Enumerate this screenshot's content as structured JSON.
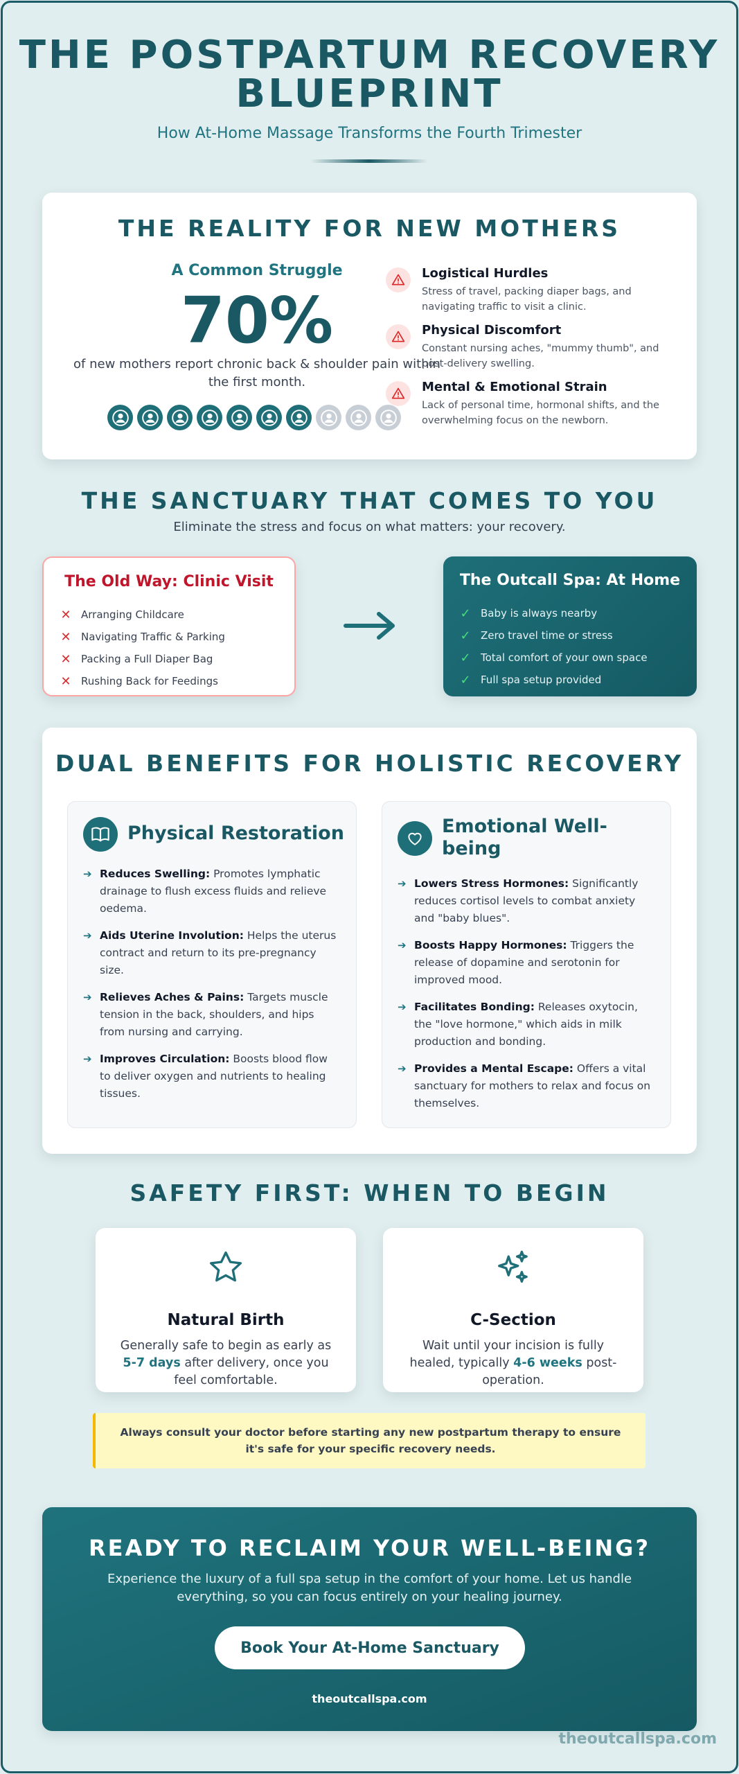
{
  "header": {
    "title_line1": "THE POSTPARTUM RECOVERY",
    "title_line2": "BLUEPRINT",
    "subtitle": "How At-Home Massage Transforms the Fourth Trimester"
  },
  "reality": {
    "title": "THE REALITY FOR NEW MOTHERS",
    "stat_label": "A Common Struggle",
    "stat_value": "70%",
    "stat_fraction": 0.7,
    "stat_desc": "of new mothers report chronic back & shoulder pain within the first month.",
    "hurdles": [
      {
        "title": "Logistical Hurdles",
        "desc": "Stress of travel, packing diaper bags, and navigating traffic to visit a clinic."
      },
      {
        "title": "Physical Discomfort",
        "desc": "Constant nursing aches, \"mummy thumb\", and post-delivery swelling."
      },
      {
        "title": "Mental & Emotional Strain",
        "desc": "Lack of personal time, hormonal shifts, and the overwhelming focus on the newborn."
      }
    ]
  },
  "sanctuary": {
    "title": "THE SANCTUARY THAT COMES TO YOU",
    "subtitle": "Eliminate the stress and focus on what matters: your recovery.",
    "old_title": "The Old Way: Clinic Visit",
    "old_items": [
      "Arranging Childcare",
      "Navigating Traffic & Parking",
      "Packing a Full Diaper Bag",
      "Rushing Back for Feedings"
    ],
    "new_title": "The Outcall Spa: At Home",
    "new_items": [
      "Baby is always nearby",
      "Zero travel time or stress",
      "Total comfort of your own space",
      "Full spa setup provided"
    ]
  },
  "dual": {
    "title": "DUAL BENEFITS FOR HOLISTIC RECOVERY",
    "physical": {
      "title": "Physical Restoration",
      "items": [
        {
          "bold": "Reduces Swelling:",
          "text": " Promotes lymphatic drainage to flush excess fluids and relieve oedema."
        },
        {
          "bold": "Aids Uterine Involution:",
          "text": " Helps the uterus contract and return to its pre-pregnancy size."
        },
        {
          "bold": "Relieves Aches & Pains:",
          "text": " Targets muscle tension in the back, shoulders, and hips from nursing and carrying."
        },
        {
          "bold": "Improves Circulation:",
          "text": " Boosts blood flow to deliver oxygen and nutrients to healing tissues."
        }
      ]
    },
    "emotional": {
      "title": "Emotional Well-being",
      "items": [
        {
          "bold": "Lowers Stress Hormones:",
          "text": " Significantly reduces cortisol levels to combat anxiety and \"baby blues\"."
        },
        {
          "bold": "Boosts Happy Hormones:",
          "text": " Triggers the release of dopamine and serotonin for improved mood."
        },
        {
          "bold": "Facilitates Bonding:",
          "text": " Releases oxytocin, the \"love hormone,\" which aids in milk production and bonding."
        },
        {
          "bold": "Provides a Mental Escape:",
          "text": " Offers a vital sanctuary for mothers to relax and focus on themselves."
        }
      ]
    }
  },
  "safety": {
    "title": "SAFETY FIRST: WHEN TO BEGIN",
    "natural": {
      "title": "Natural Birth",
      "pre": "Generally safe to begin as early as ",
      "highlight": "5-7 days",
      "post": " after delivery, once you feel comfortable."
    },
    "csection": {
      "title": "C-Section",
      "pre": "Wait until your incision is fully healed, typically ",
      "highlight": "4-6 weeks",
      "post": " post-operation."
    },
    "warning": "Always consult your doctor before starting any new postpartum therapy to ensure it's safe for your specific recovery needs."
  },
  "cta": {
    "title": "READY TO RECLAIM YOUR WELL-BEING?",
    "text": "Experience the luxury of a full spa setup in the comfort of your home. Let us handle everything, so you can focus entirely on your healing journey.",
    "button": "Book Your At-Home Sanctuary",
    "site": "theoutcallspa.com"
  },
  "footer": "theoutcallspa.com",
  "colors": {
    "primary": "#1a5963",
    "accent": "#1f7480",
    "danger": "#c0152a",
    "success": "#4ade80",
    "warning_bg": "#fef9c3"
  }
}
